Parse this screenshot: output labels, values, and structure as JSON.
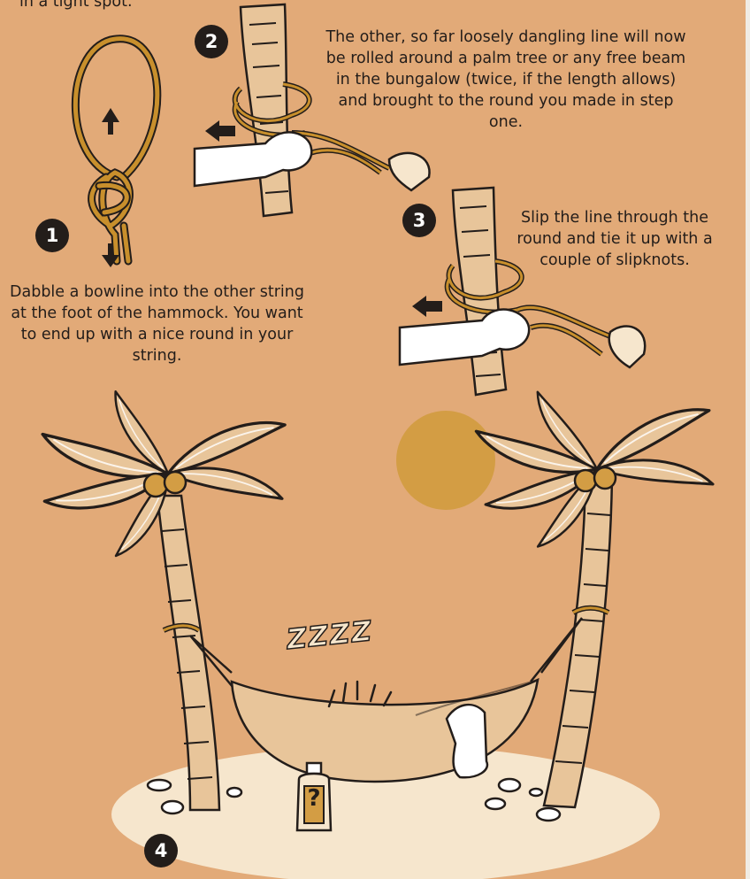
{
  "intro_tail": "in a tight spot.",
  "steps": [
    {
      "number": "1",
      "text": "Dabble a bowline into the other string at the foot of the hammock. You want to end up with a nice round in your string."
    },
    {
      "number": "2",
      "text": "The other, so far loosely dangling line will now be rolled around a palm tree or any free beam in the bungalow (twice, if the length allows) and brought to the round you made in step one."
    },
    {
      "number": "3",
      "text": "Slip the line through the round and tie it up with a couple of slipknots."
    },
    {
      "number": "4",
      "text": ""
    }
  ],
  "sleep_text": "ZZZZ",
  "bottle_symbol": "?",
  "colors": {
    "background": "#e2aa78",
    "rope": "#c88f2c",
    "sun": "#d39d44",
    "sand": "#f6e6cd",
    "hammock": "#e8c59a",
    "outline": "#231d1a"
  }
}
